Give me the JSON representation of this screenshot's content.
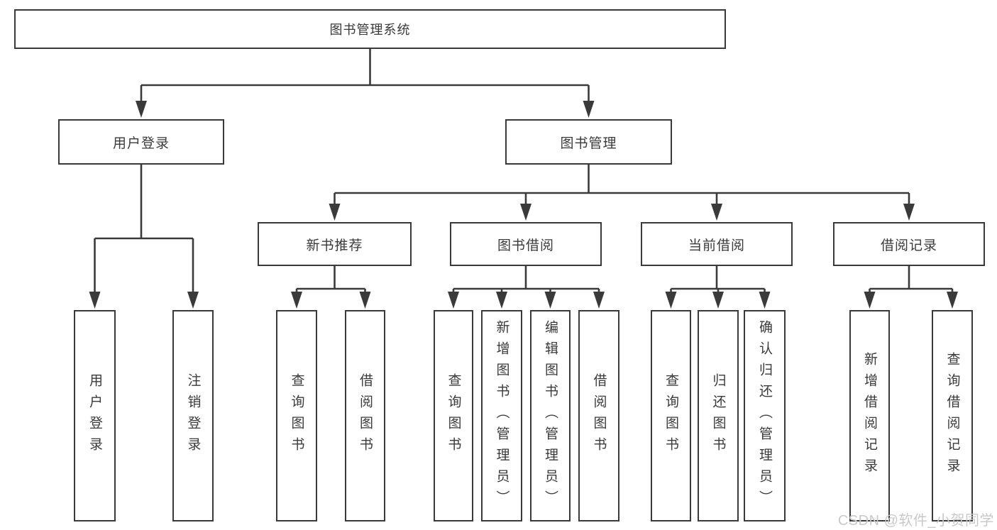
{
  "diagram": {
    "root": {
      "id": "library-management-system",
      "label": "图书管理系统"
    },
    "level2": [
      {
        "id": "user-login",
        "label": "用户登录"
      },
      {
        "id": "book-management",
        "label": "图书管理"
      }
    ],
    "level3": [
      {
        "id": "new-book-recommendation",
        "label": "新书推荐",
        "parent": "book-management"
      },
      {
        "id": "book-borrowing",
        "label": "图书借阅",
        "parent": "book-management"
      },
      {
        "id": "current-borrowing",
        "label": "当前借阅",
        "parent": "book-management"
      },
      {
        "id": "borrowing-records",
        "label": "借阅记录",
        "parent": "book-management"
      }
    ],
    "leaves": [
      {
        "id": "leaf-user-login",
        "label": "用户登录",
        "parent": "user-login"
      },
      {
        "id": "leaf-logout",
        "label": "注销登录",
        "parent": "user-login"
      },
      {
        "id": "leaf-query-books-1",
        "label": "查询图书",
        "parent": "new-book-recommendation"
      },
      {
        "id": "leaf-borrow-books-1",
        "label": "借阅图书",
        "parent": "new-book-recommendation"
      },
      {
        "id": "leaf-query-books-2",
        "label": "查询图书",
        "parent": "book-borrowing"
      },
      {
        "id": "leaf-add-books-admin",
        "label": "新增图书（管理员）",
        "parent": "book-borrowing"
      },
      {
        "id": "leaf-edit-books-admin",
        "label": "编辑图书（管理员）",
        "parent": "book-borrowing"
      },
      {
        "id": "leaf-borrow-books-2",
        "label": "借阅图书",
        "parent": "book-borrowing"
      },
      {
        "id": "leaf-query-books-3",
        "label": "查询图书",
        "parent": "current-borrowing"
      },
      {
        "id": "leaf-return-books",
        "label": "归还图书",
        "parent": "current-borrowing"
      },
      {
        "id": "leaf-confirm-return-admin",
        "label": "确认归还（管理员）",
        "parent": "current-borrowing"
      },
      {
        "id": "leaf-add-borrow-record",
        "label": "新增借阅记录",
        "parent": "borrowing-records"
      },
      {
        "id": "leaf-query-borrow-record",
        "label": "查询借阅记录",
        "parent": "borrowing-records"
      }
    ]
  },
  "watermark": {
    "text": "CSDN @软件_小贺同学",
    "color": "#c9c9c9"
  },
  "colors": {
    "line": "#3a3a3a",
    "text": "#3a3a3a",
    "background": "#ffffff"
  }
}
